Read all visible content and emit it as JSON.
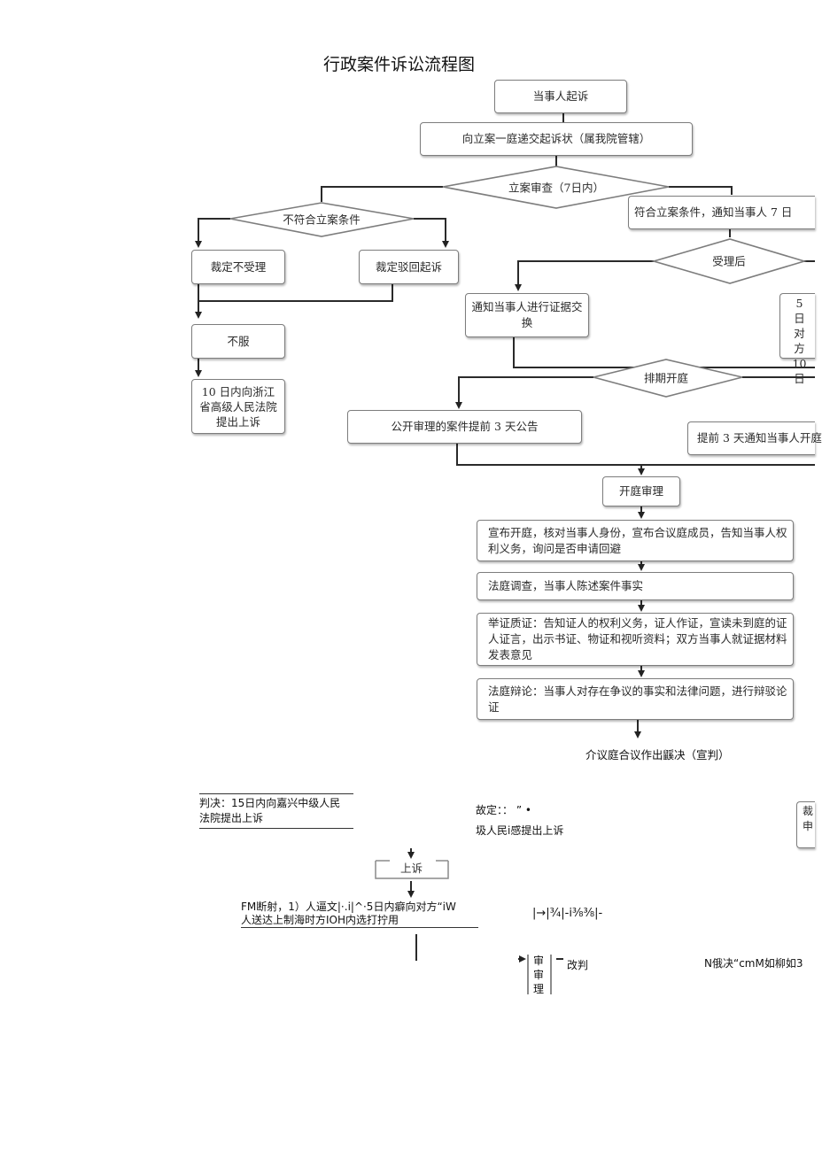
{
  "title": "行政案件诉讼流程图",
  "nodes": {
    "file_suit": "当事人起诉",
    "submit": "向立案一庭递交起诉状（属我院管辖）",
    "review": "立案审查（7日内）",
    "not_eligible": "不符合立案条件",
    "eligible": "符合立案条件，通知当事人 7 日",
    "reject": "裁定不受理",
    "dismiss": "裁定驳回起诉",
    "accepted": "受理后",
    "not_accept": "不服",
    "evidence": "通知当事人进行证据交换",
    "right_box": [
      "5 日",
      "对方",
      "10 日"
    ],
    "appeal_prov": "10 日内向浙江省高级人民法院提出上诉",
    "schedule": "排期开庭",
    "public": "公开审理的案件提前 3 天公告",
    "notify3": "提前 3 天通知当事人开庭",
    "trial": "开庭审理",
    "step1": "宣布开庭，核对当事人身份，宣布合议庭成员，告知当事人权利义务，询问是否申请回避",
    "step2": "法庭调查，当事人陈述案件事实",
    "step3": "举证质证：告知证人的权利义务，证人作证，宣读未到庭的证人证言，出示书证、物证和视听资料；双方当事人就证据材料发表意见",
    "step4": "法庭辩论：当事人对存在争议的事实和法律问题，进行辩驳论证"
  },
  "bottom": {
    "verdict": "介议庭合议作出鼷决（宣判）",
    "judgment_l1": "判决：15日内向嘉兴中级人民",
    "judgment_l2": "法院提出上诉",
    "ruling_l1": "故定：：  ”  •",
    "ruling_l2": "圾人民i感提出上诉",
    "right_edge_box": [
      "裁",
      "申"
    ],
    "appeal": "上诉",
    "fm_l1": "FM断射，1）人逼文|·.i|^·5日内癖向对方“iW",
    "fm_l2": "人送达上制海时方IOH内选打拧用",
    "garbled": "|→|¾|-i⅜⅜|-",
    "trial_vertical": [
      "审",
      "审",
      "理"
    ],
    "gaipan": "改判",
    "n_text": "N俄决“cmM如柳如3"
  }
}
